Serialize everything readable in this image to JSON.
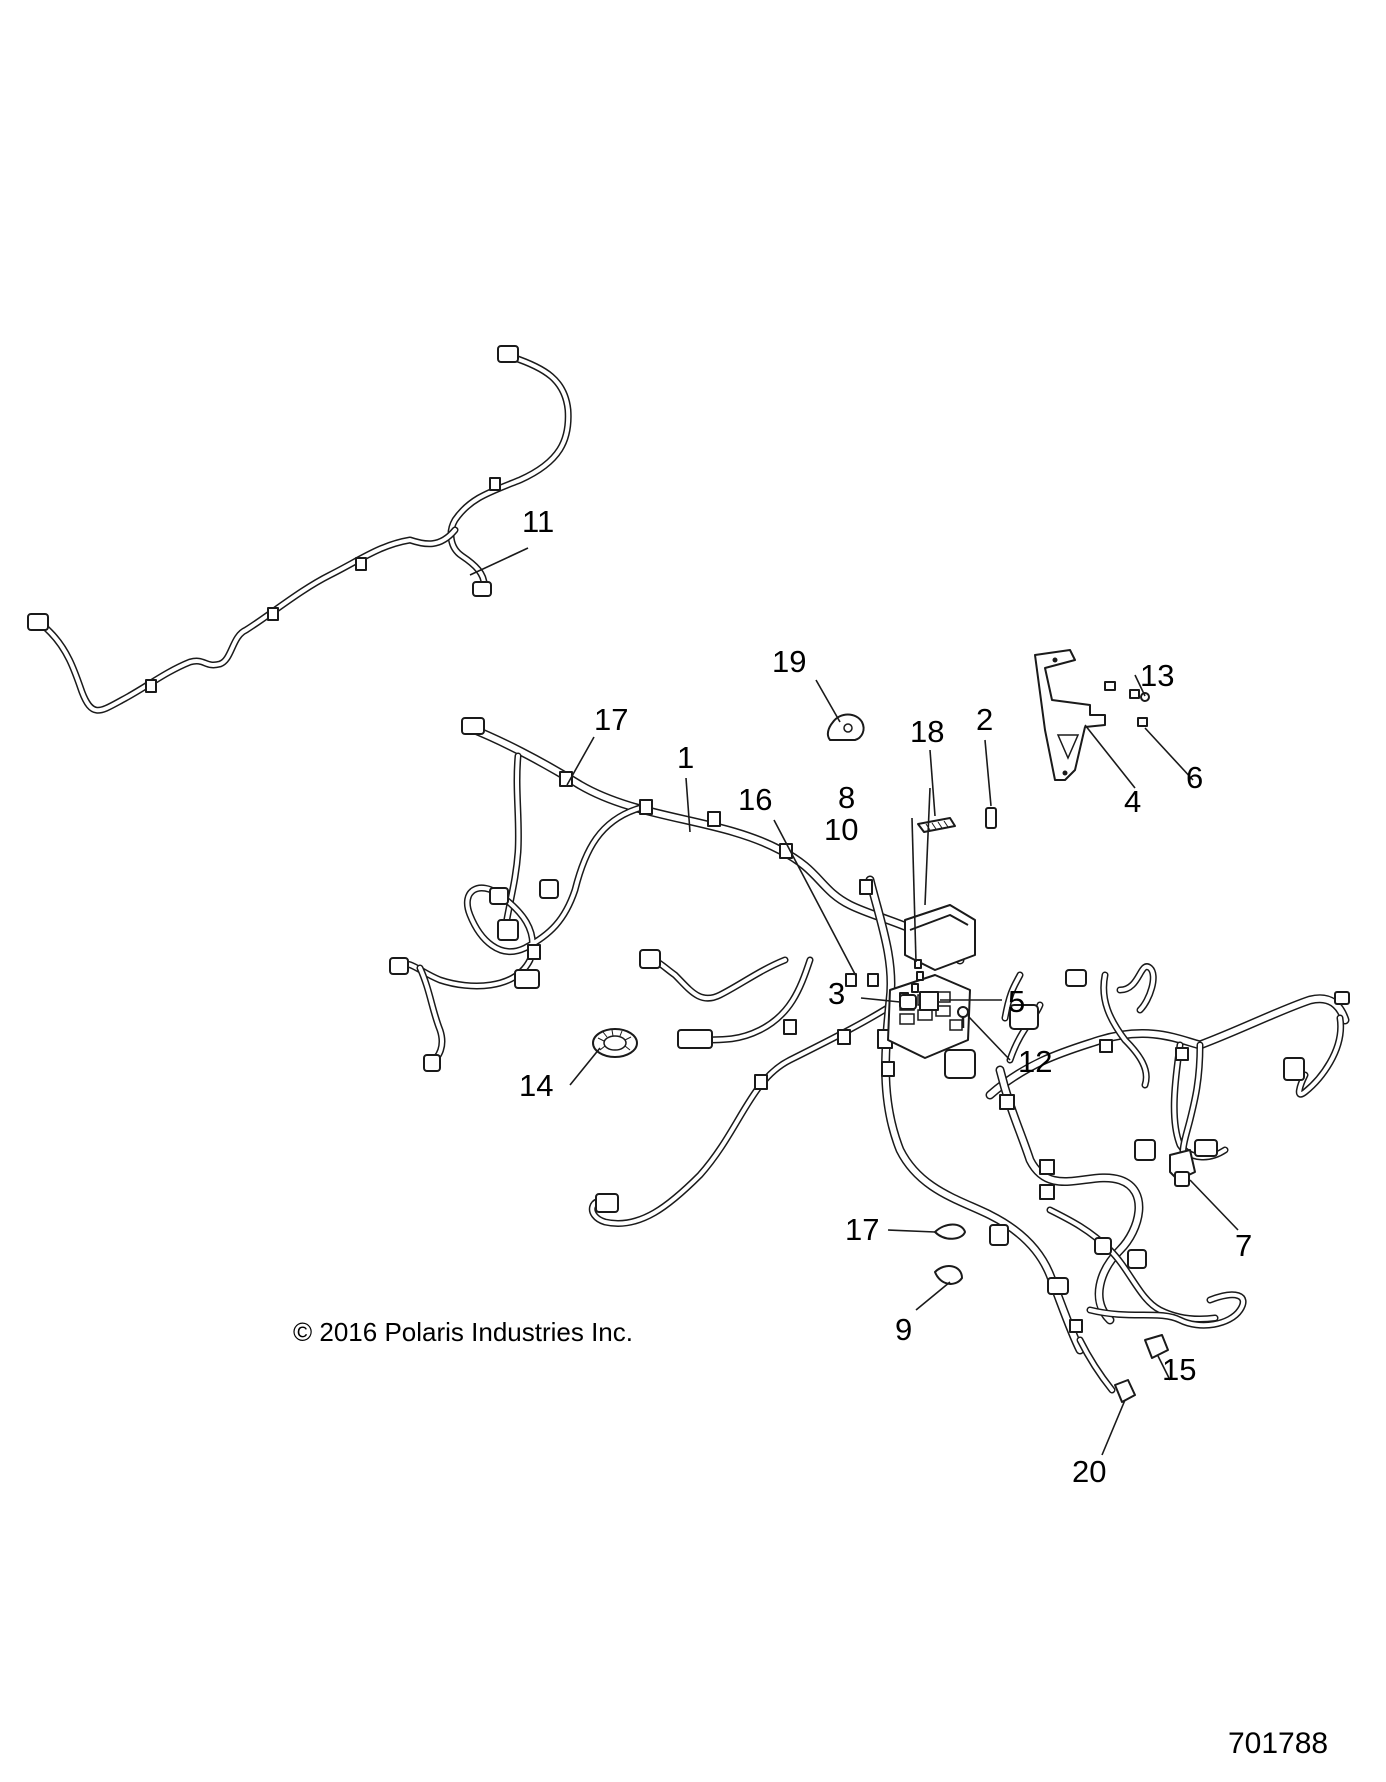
{
  "callouts": {
    "c1": "1",
    "c2": "2",
    "c3": "3",
    "c4": "4",
    "c5": "5",
    "c6": "6",
    "c7": "7",
    "c8": "8",
    "c9": "9",
    "c10": "10",
    "c11": "11",
    "c12": "12",
    "c13": "13",
    "c14": "14",
    "c15": "15",
    "c16": "16",
    "c17a": "17",
    "c17b": "17",
    "c18": "18",
    "c19": "19",
    "c20": "20"
  },
  "copyright": "© 2016 Polaris Industries Inc.",
  "drawing_number": "701788"
}
